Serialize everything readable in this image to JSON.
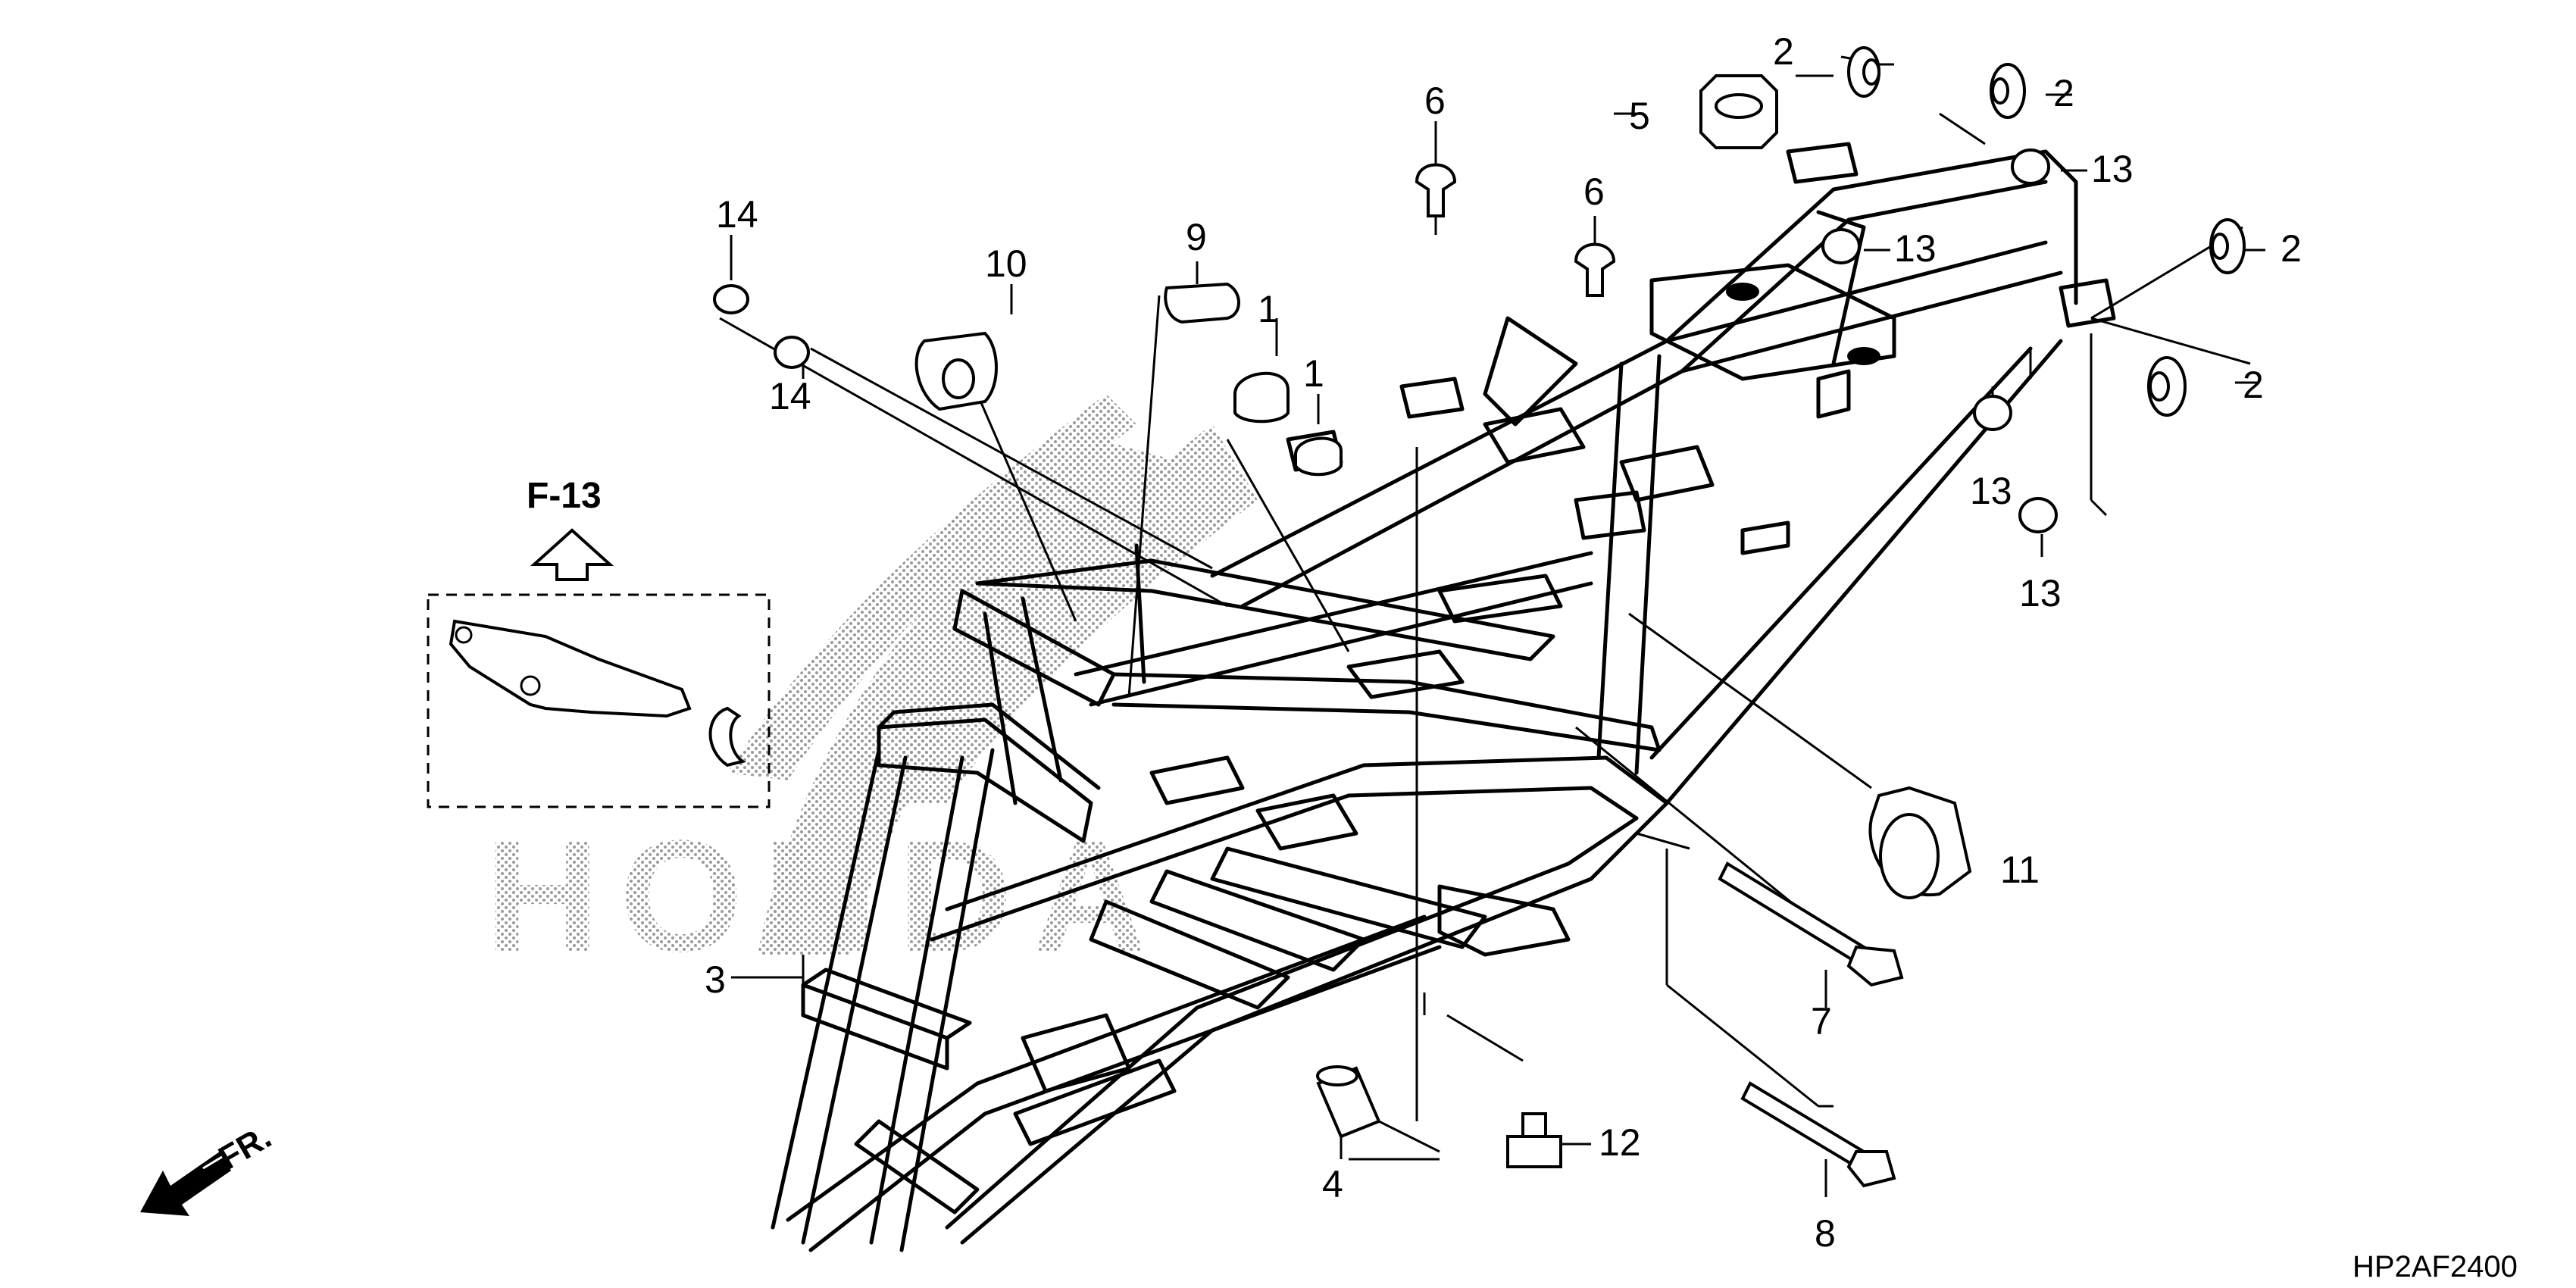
{
  "diagram": {
    "reference_code": "HP2AF2400",
    "section_ref": "F-13",
    "direction_label": "FR.",
    "watermark_text": "HONDA",
    "callouts": [
      {
        "id": "c1a",
        "label": "1"
      },
      {
        "id": "c1b",
        "label": "1"
      },
      {
        "id": "c2a",
        "label": "2"
      },
      {
        "id": "c2b",
        "label": "2"
      },
      {
        "id": "c2c",
        "label": "2"
      },
      {
        "id": "c2d",
        "label": "2"
      },
      {
        "id": "c3",
        "label": "3"
      },
      {
        "id": "c4",
        "label": "4"
      },
      {
        "id": "c5",
        "label": "5"
      },
      {
        "id": "c6a",
        "label": "6"
      },
      {
        "id": "c6b",
        "label": "6"
      },
      {
        "id": "c7",
        "label": "7"
      },
      {
        "id": "c8",
        "label": "8"
      },
      {
        "id": "c9",
        "label": "9"
      },
      {
        "id": "c10",
        "label": "10"
      },
      {
        "id": "c11",
        "label": "11"
      },
      {
        "id": "c12",
        "label": "12"
      },
      {
        "id": "c13a",
        "label": "13"
      },
      {
        "id": "c13b",
        "label": "13"
      },
      {
        "id": "c13c",
        "label": "13"
      },
      {
        "id": "c13d",
        "label": "13"
      },
      {
        "id": "c14a",
        "label": "14"
      },
      {
        "id": "c14b",
        "label": "14"
      }
    ]
  }
}
